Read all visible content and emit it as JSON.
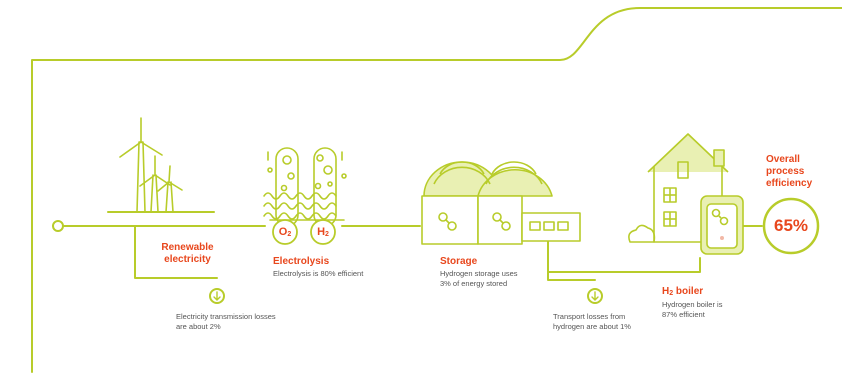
{
  "stages": {
    "renewable": {
      "title": "Renewable electricity"
    },
    "electrolysis": {
      "title": "Electrolysis",
      "note": "Electrolysis is 80% efficient"
    },
    "storage": {
      "title": "Storage",
      "note": "Hydrogen storage uses 3% of energy stored"
    },
    "boiler": {
      "title_main": "H",
      "title_sub": "2",
      "title_rest": " boiler",
      "note": "Hydrogen boiler is 87% efficient"
    }
  },
  "losses": {
    "transmission": "Electricity transmission losses are about 2%",
    "transport": "Transport losses from hydrogen are about 1%"
  },
  "electrolyzer_labels": {
    "o2_main": "O",
    "o2_sub": "2",
    "h2_main": "H",
    "h2_sub": "2"
  },
  "overall": {
    "label": "Overall process efficiency",
    "value": "65%"
  },
  "colors": {
    "line": "#b8cc2a",
    "accent": "#e8471d",
    "text": "#555555",
    "fill": "#e9f0b3"
  }
}
